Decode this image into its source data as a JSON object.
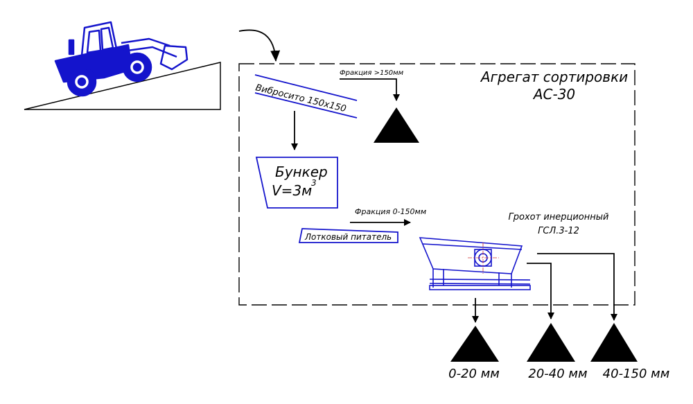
{
  "diagram": {
    "title_line1": "Агрегат сортировки",
    "title_line2": "АС-30",
    "screen_label": "Вибросито 150x150",
    "oversize_label": "Фракция >150мм",
    "bunker_line1": "Бункер",
    "bunker_line2": "V=3м",
    "bunker_superscript": "3",
    "feeder_label": "Лотковый питатель",
    "fraction_label": "Фракция 0-150мм",
    "grizzly_line1": "Грохот инерционный",
    "grizzly_line2": "ГСЛ.3-12",
    "outputs": [
      "0-20 мм",
      "20-40 мм",
      "40-150 мм"
    ]
  },
  "colors": {
    "equipment": "#1414cc",
    "lines": "#000000",
    "background": "#ffffff"
  },
  "icons": [
    "wheel-loader-icon",
    "ramp-icon",
    "vibrating-screen-icon",
    "grizzly-screen-machine-icon",
    "stockpile-icon"
  ]
}
